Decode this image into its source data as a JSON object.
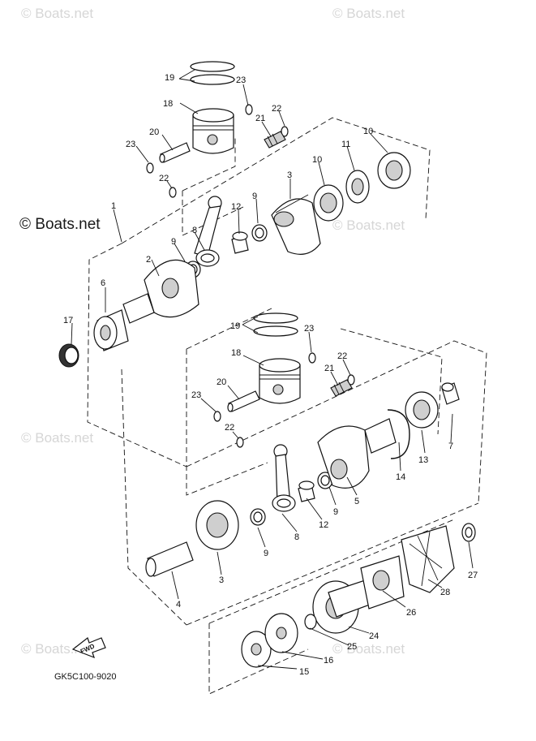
{
  "watermarks": {
    "top_left": "© Boats.net",
    "top_right": "© Boats.net",
    "main": "© Boats.net",
    "mid_right": "© Boats.net",
    "mid_left": "© Boats.net",
    "bottom_left": "© Boats.net",
    "bottom_right": "© Boats.net"
  },
  "diagram_code": "GK5C100-9020",
  "fwd_label": "FWD",
  "callouts": [
    "1",
    "2",
    "3",
    "4",
    "5",
    "6",
    "7",
    "8",
    "9",
    "10",
    "11",
    "12",
    "13",
    "14",
    "15",
    "16",
    "17",
    "18",
    "19",
    "20",
    "21",
    "22",
    "23",
    "24",
    "25",
    "26",
    "27",
    "28"
  ]
}
